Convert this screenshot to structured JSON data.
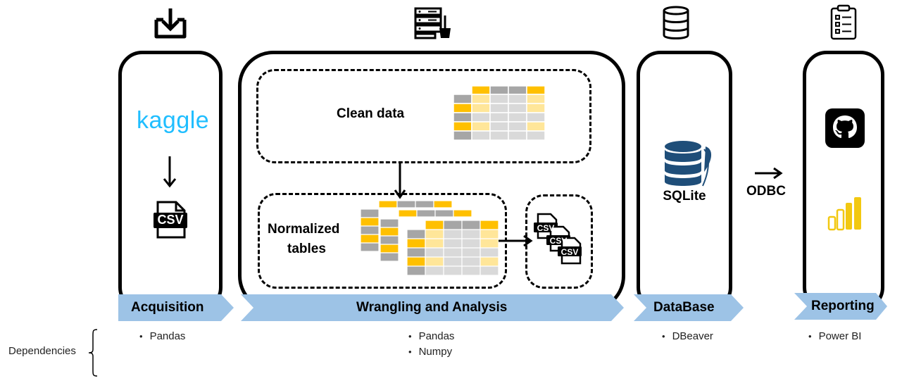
{
  "stages": [
    {
      "label": "Acquisition",
      "dependencies": [
        "Pandas"
      ]
    },
    {
      "label": "Wrangling and Analysis",
      "dependencies": [
        "Pandas",
        "Numpy"
      ]
    },
    {
      "label": "DataBase",
      "dependencies": [
        "DBeaver"
      ]
    },
    {
      "label": "Reporting",
      "dependencies": [
        "Power BI"
      ]
    }
  ],
  "acquisition": {
    "source": "kaggle",
    "file": "CSV"
  },
  "wrangling": {
    "clean_title": "Clean data",
    "normalized_line1": "Normalized",
    "normalized_line2": "tables",
    "csv_label": "CSV"
  },
  "database": {
    "engine": "SQLite"
  },
  "connector": {
    "label": "ODBC"
  },
  "dependencies_label": "Dependencies",
  "icons": [
    "download-icon",
    "server-cleaning-icon",
    "database-icon",
    "checklist-icon",
    "github-icon",
    "powerbi-icon"
  ],
  "colors": {
    "ribbon": "#9dc3e6",
    "yellow": "#ffc000",
    "light_yellow": "#ffe699",
    "gray": "#a6a6a6",
    "light_gray": "#d9d9d9",
    "kaggle": "#20beff",
    "sqlite": "#1f4e79"
  }
}
